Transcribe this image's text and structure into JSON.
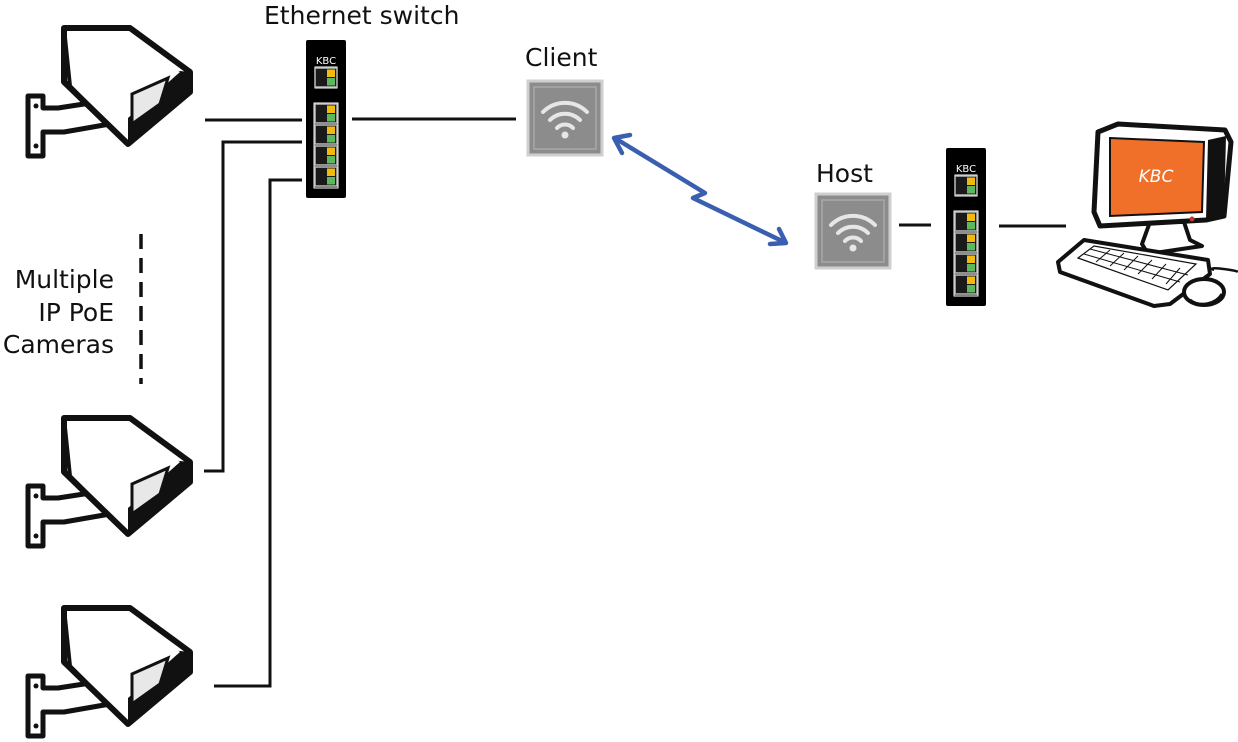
{
  "labels": {
    "ethernet_switch": "Ethernet switch",
    "client": "Client",
    "host": "Host",
    "cameras": "Multiple\nIP PoE\nCameras"
  },
  "brand": {
    "switch_logo": "KBC",
    "monitor_logo": "KBC"
  },
  "colors": {
    "wireless_link": "#3a5fb0",
    "monitor_screen": "#f0702a",
    "port_led_yellow": "#f2b90f",
    "port_led_green": "#5cb85c",
    "access_point": "#8c8c8c"
  },
  "icons": {
    "camera": "security-camera-icon",
    "access_point": "wifi-icon",
    "computer": "desktop-computer-icon"
  }
}
